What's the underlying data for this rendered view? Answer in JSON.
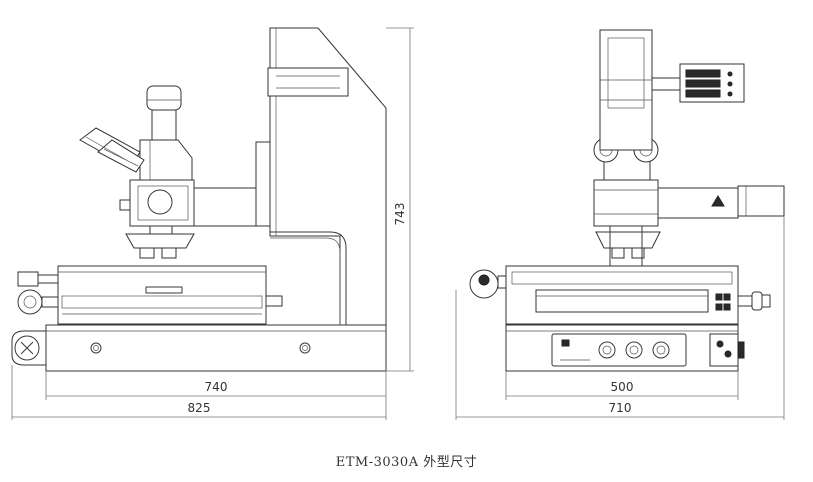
{
  "caption": "ETM-3030A 外型尺寸",
  "dimensions": {
    "side_view": {
      "height": "743",
      "inner_width": "740",
      "outer_width": "825"
    },
    "front_view": {
      "inner_width": "500",
      "outer_width": "710"
    }
  }
}
